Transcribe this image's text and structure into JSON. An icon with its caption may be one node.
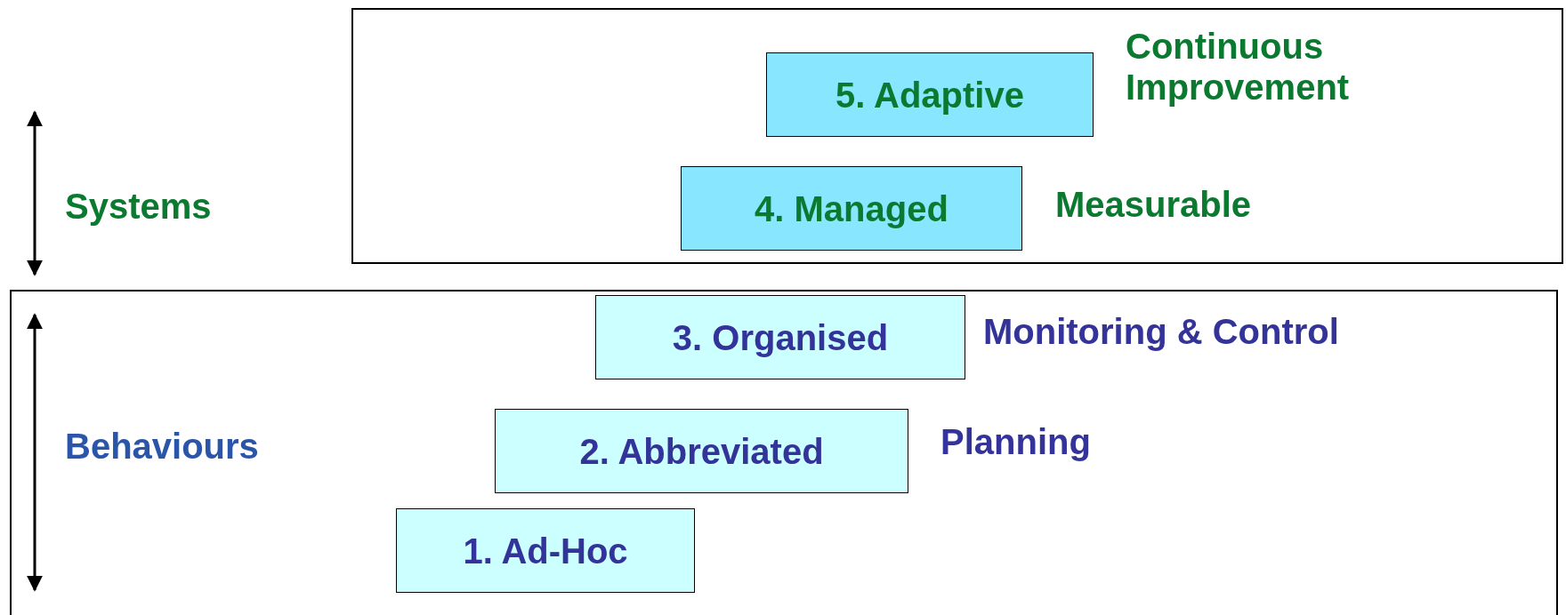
{
  "diagram": {
    "nodes": [
      {
        "text": [],
        "shape": "box"
      },
      {
        "text": [
          "5. Adaptive"
        ],
        "in": 0,
        "beside": [
          "Continuous Improvement"
        ]
      },
      {
        "text": [
          "4. Managed"
        ],
        "in": 0,
        "beside": [
          "Measurable"
        ]
      },
      {
        "text": [],
        "shape": "box"
      },
      {
        "text": [
          "3. Organised"
        ],
        "in": 3,
        "beside": [
          "Monitoring & Control"
        ]
      },
      {
        "text": [
          "2. Abbreviated"
        ],
        "in": 3,
        "beside": [
          "Planning"
        ]
      },
      {
        "text": [
          "1. Ad-Hoc"
        ],
        "in": 3
      }
    ],
    "edges": [],
    "labels": [
      "Systems",
      "Behaviours"
    ]
  }
}
